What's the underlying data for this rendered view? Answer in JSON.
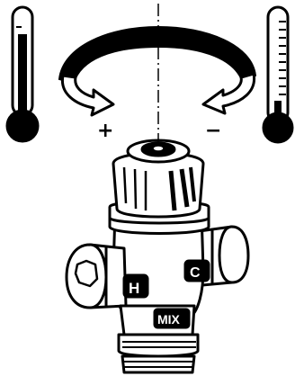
{
  "diagram": {
    "plus_sign": "+",
    "minus_sign": "−",
    "hot_port_label": "H",
    "cold_port_label": "C",
    "mix_outlet_label": "MIX",
    "hot_side_icon": "thermometer-hot-icon",
    "cold_side_icon": "thermometer-cold-icon",
    "rotation_icon": "rotation-arrow-icon",
    "colors": {
      "ink": "#000000",
      "paper": "#ffffff",
      "valve_body": "#ffffff"
    }
  }
}
